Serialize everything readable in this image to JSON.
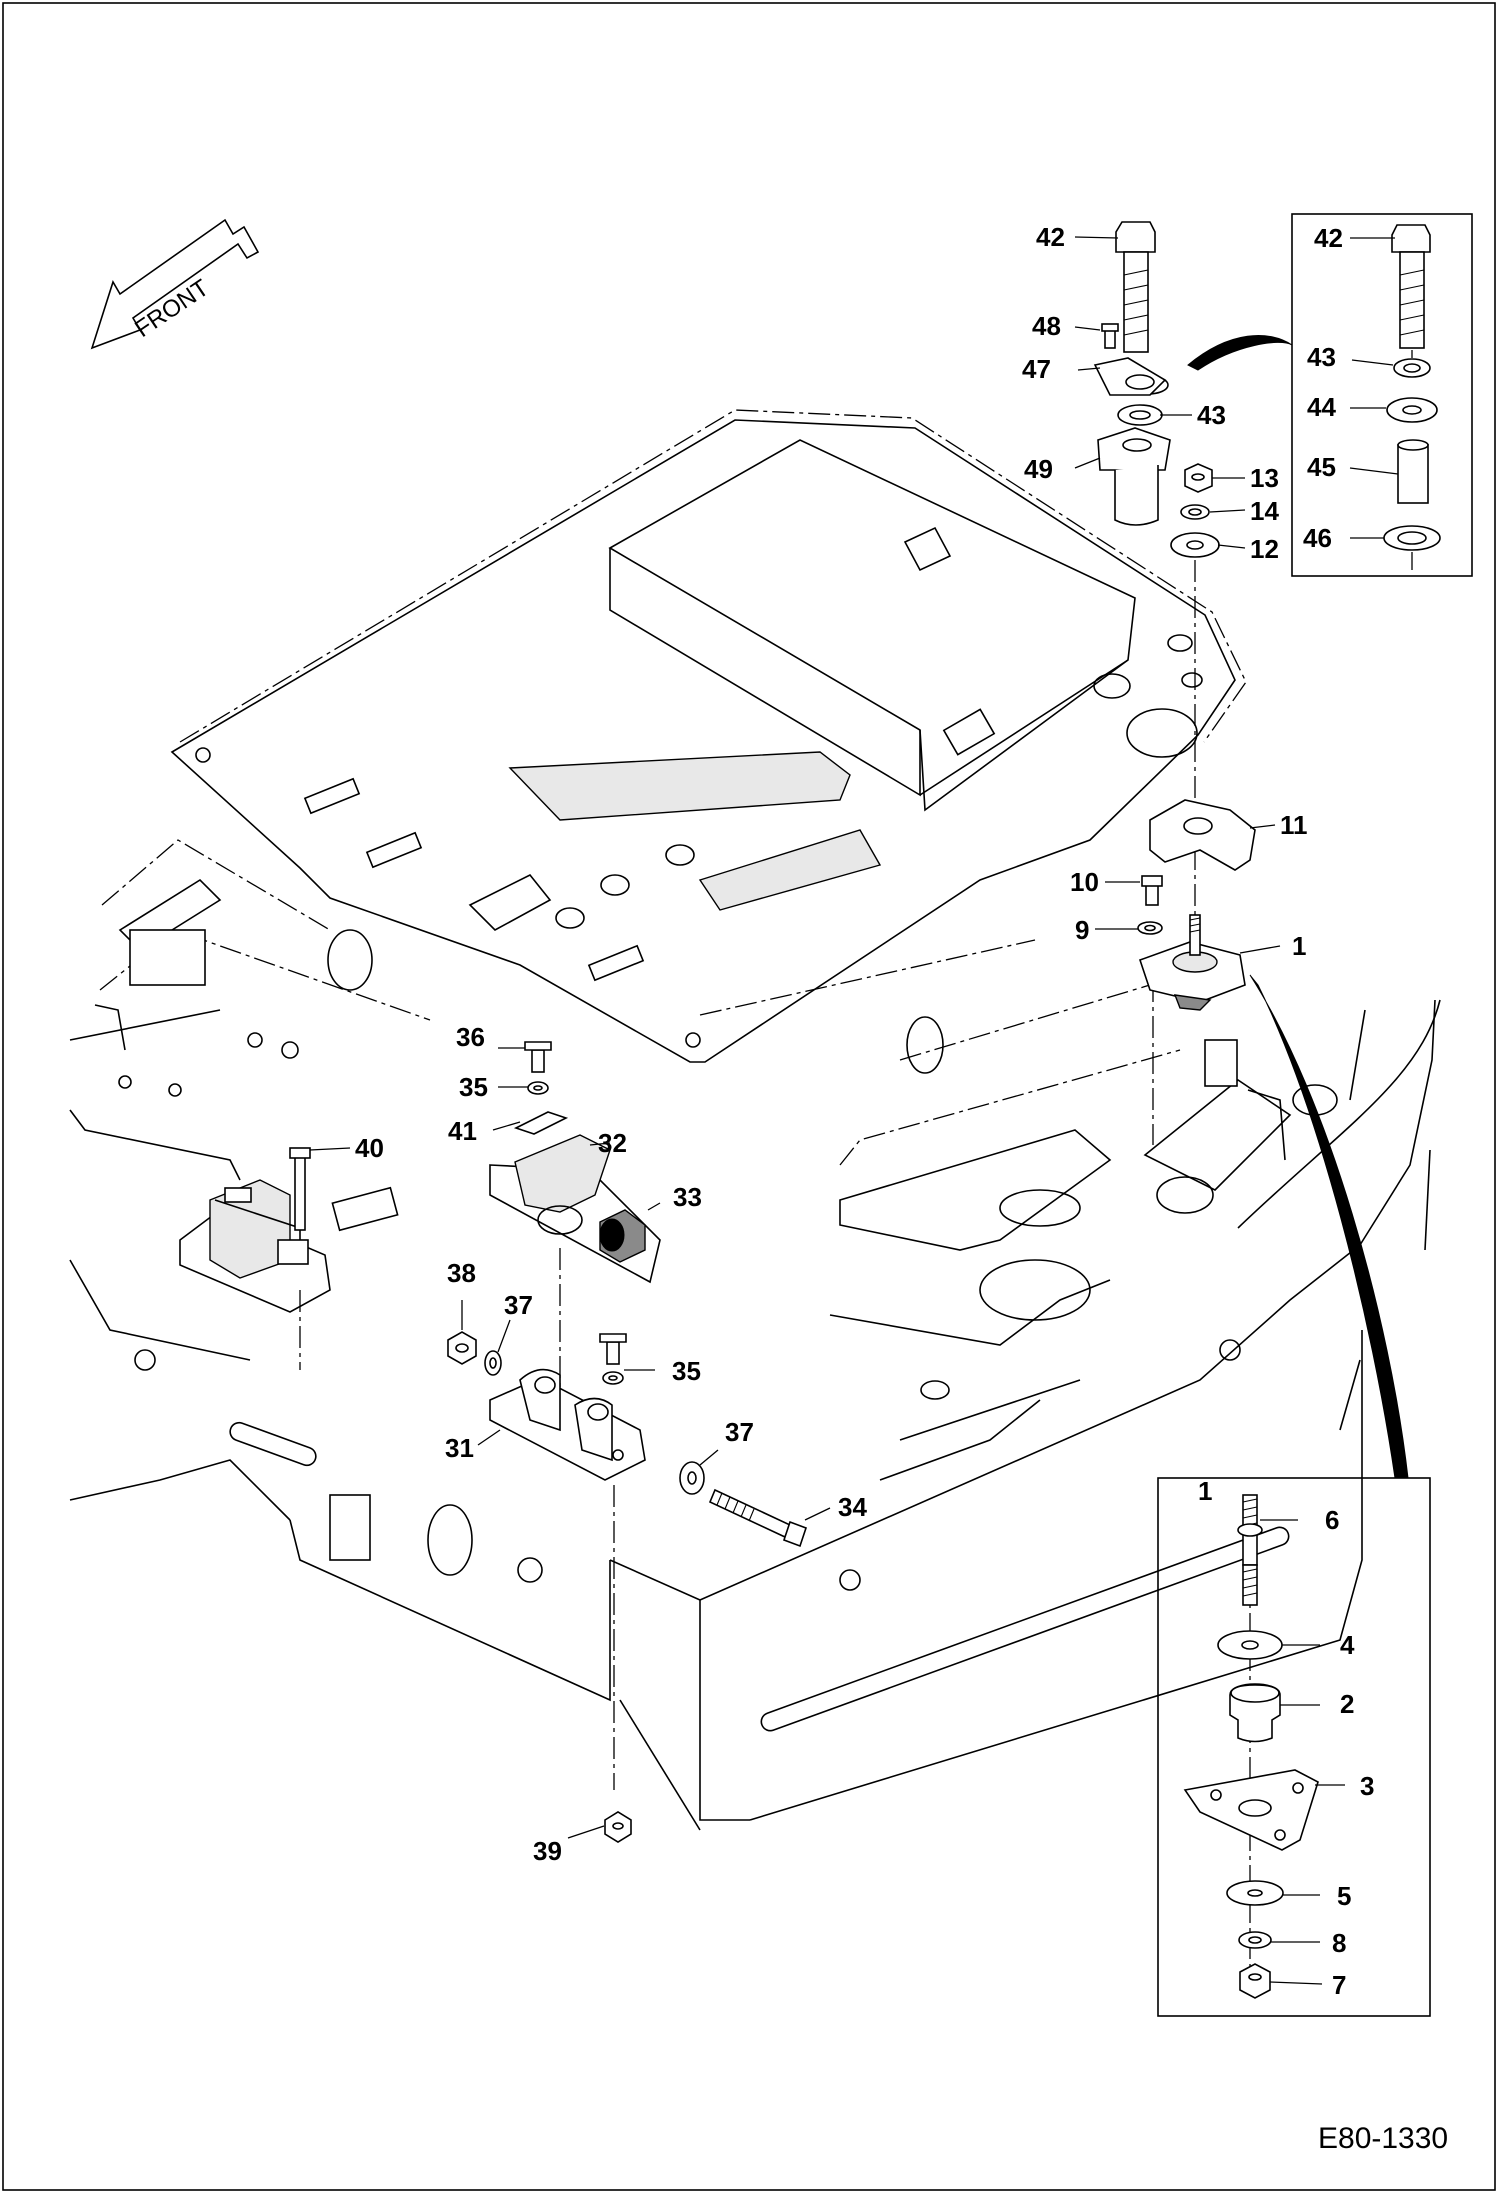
{
  "drawing_id": "E80-1330",
  "front_label": "FRONT",
  "callouts": {
    "c1": "1",
    "c2": "2",
    "c3": "3",
    "c4": "4",
    "c5": "5",
    "c6": "6",
    "c7": "7",
    "c8": "8",
    "c9": "9",
    "c10": "10",
    "c11": "11",
    "c12": "12",
    "c13": "13",
    "c14": "14",
    "c31": "31",
    "c32": "32",
    "c33": "33",
    "c34": "34",
    "c35a": "35",
    "c35b": "35",
    "c36": "36",
    "c37a": "37",
    "c37b": "37",
    "c38": "38",
    "c39": "39",
    "c40": "40",
    "c41": "41",
    "c42a": "42",
    "c43a": "43",
    "c47": "47",
    "c48": "48",
    "c49": "49",
    "c42b": "42",
    "c43b": "43",
    "c44": "44",
    "c45": "45",
    "c46": "46",
    "c1detail": "1"
  }
}
